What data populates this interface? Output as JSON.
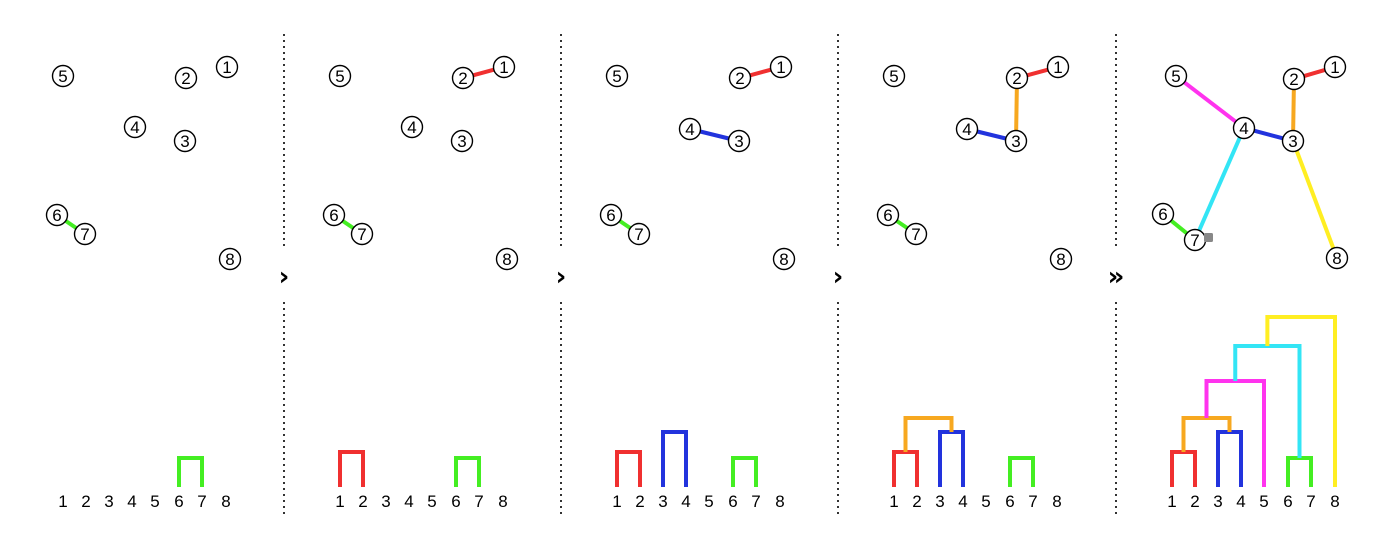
{
  "colors": {
    "pair_1_2": "#f03030",
    "pair_3_4": "#2233dd",
    "pair_6_7": "#44ee22",
    "merge_12_34": "#f7a820",
    "merge_5": "#ff33ee",
    "merge_67": "#33e5f5",
    "merge_8": "#ffee22"
  },
  "nodes": [
    "1",
    "2",
    "3",
    "4",
    "5",
    "6",
    "7",
    "8"
  ],
  "leaves": [
    "1",
    "2",
    "3",
    "4",
    "5",
    "6",
    "7",
    "8"
  ],
  "steps": [
    {
      "edges": [
        [
          "6",
          "7",
          "pair_6_7"
        ]
      ]
    },
    {
      "edges": [
        [
          "6",
          "7",
          "pair_6_7"
        ],
        [
          "2",
          "1",
          "pair_1_2"
        ]
      ]
    },
    {
      "edges": [
        [
          "6",
          "7",
          "pair_6_7"
        ],
        [
          "2",
          "1",
          "pair_1_2"
        ],
        [
          "4",
          "3",
          "pair_3_4"
        ]
      ]
    },
    {
      "edges": [
        [
          "6",
          "7",
          "pair_6_7"
        ],
        [
          "2",
          "1",
          "pair_1_2"
        ],
        [
          "4",
          "3",
          "pair_3_4"
        ],
        [
          "2",
          "3",
          "merge_12_34"
        ]
      ]
    },
    {
      "edges": [
        [
          "6",
          "7",
          "pair_6_7"
        ],
        [
          "2",
          "1",
          "pair_1_2"
        ],
        [
          "4",
          "3",
          "pair_3_4"
        ],
        [
          "2",
          "3",
          "merge_12_34"
        ],
        [
          "5",
          "4",
          "merge_5"
        ],
        [
          "4",
          "7",
          "merge_67"
        ],
        [
          "3",
          "8",
          "merge_8"
        ]
      ]
    }
  ],
  "separators": [
    {
      "glyph": "›",
      "icon": "chevron-right-icon"
    },
    {
      "glyph": "›",
      "icon": "chevron-right-icon"
    },
    {
      "glyph": "›",
      "icon": "chevron-right-icon"
    },
    {
      "glyph": "»",
      "icon": "double-chevron-right-icon"
    }
  ]
}
